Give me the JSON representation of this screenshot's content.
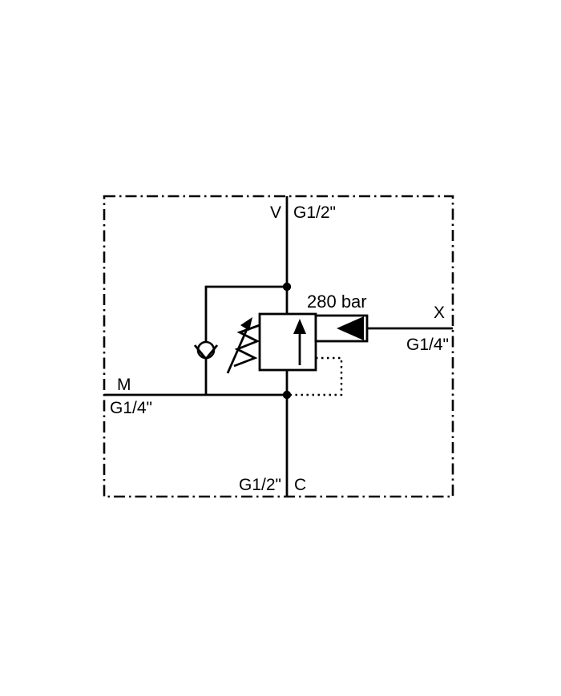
{
  "diagram": {
    "pressure_setting": "280 bar",
    "ports": {
      "v": {
        "label": "V",
        "thread": "G1/2\""
      },
      "c": {
        "label": "C",
        "thread": "G1/2\""
      },
      "m": {
        "label": "M",
        "thread": "G1/4\""
      },
      "x": {
        "label": "X",
        "thread": "G1/4\""
      }
    },
    "colors": {
      "line": "#000000",
      "background": "#ffffff"
    }
  }
}
